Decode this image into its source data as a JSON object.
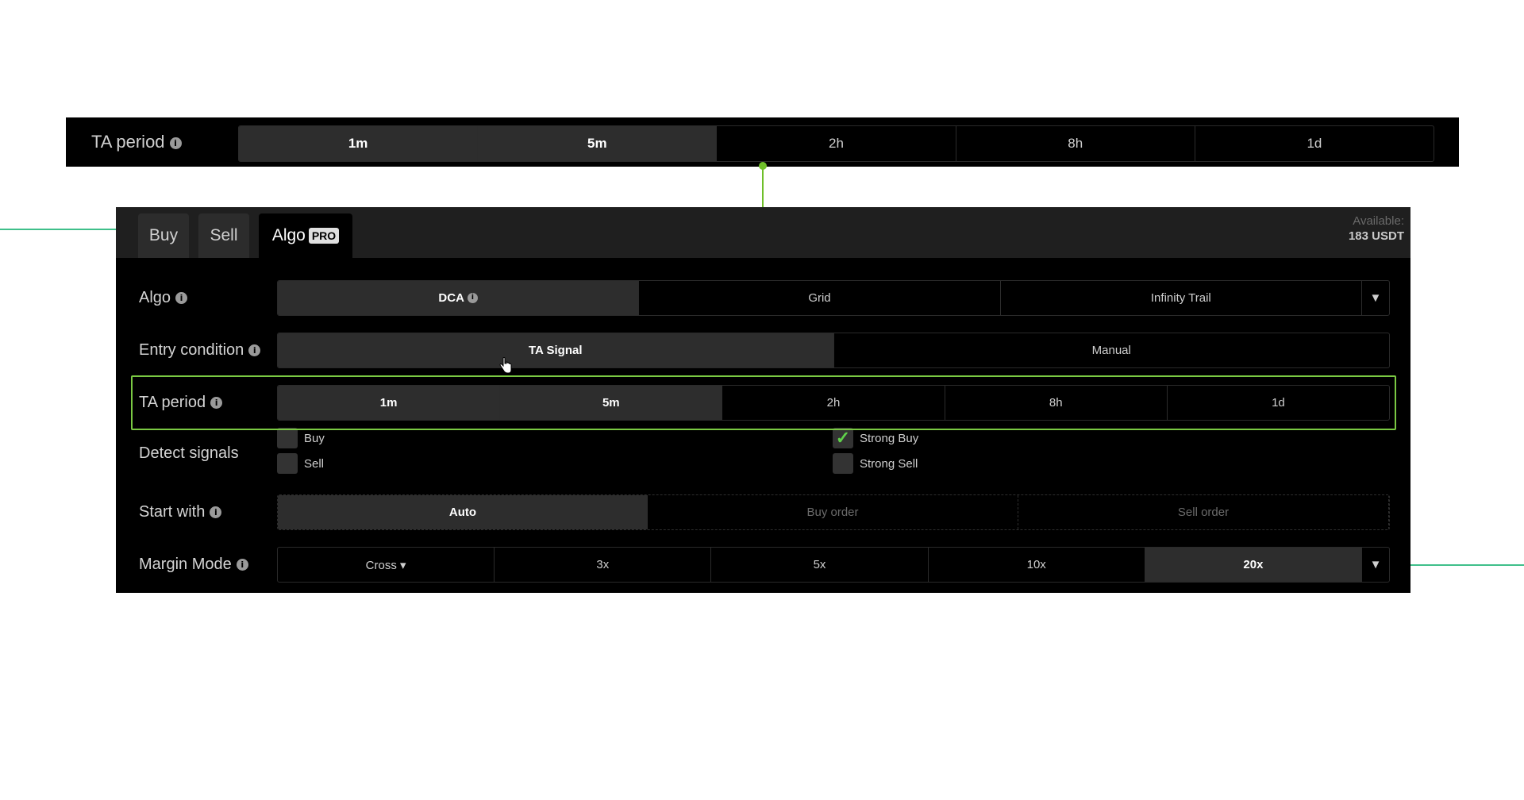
{
  "callout": {
    "label": "TA period",
    "options": [
      "1m",
      "5m",
      "2h",
      "8h",
      "1d"
    ],
    "selected": [
      "1m",
      "5m"
    ]
  },
  "tabs": [
    {
      "label": "Buy",
      "active": false
    },
    {
      "label": "Sell",
      "active": false
    },
    {
      "label": "Algo",
      "badge": "PRO",
      "active": true
    }
  ],
  "available": {
    "label": "Available:",
    "value": "183 USDT"
  },
  "rows": {
    "algo": {
      "label": "Algo",
      "options": [
        "DCA",
        "Grid",
        "Infinity Trail"
      ],
      "selected": "DCA"
    },
    "entry": {
      "label": "Entry condition",
      "options": [
        "TA Signal",
        "Manual"
      ],
      "selected": "TA Signal"
    },
    "ta_period": {
      "label": "TA period",
      "options": [
        "1m",
        "5m",
        "2h",
        "8h",
        "1d"
      ],
      "selected": [
        "1m",
        "5m"
      ]
    },
    "detect": {
      "label": "Detect signals",
      "checks": [
        {
          "label": "Buy",
          "checked": false
        },
        {
          "label": "Sell",
          "checked": false
        },
        {
          "label": "Strong Buy",
          "checked": true
        },
        {
          "label": "Strong Sell",
          "checked": false
        }
      ]
    },
    "start": {
      "label": "Start with",
      "options": [
        "Auto",
        "Buy order",
        "Sell order"
      ],
      "selected": "Auto"
    },
    "margin": {
      "label": "Margin Mode",
      "options": [
        "Cross ▾",
        "3x",
        "5x",
        "10x",
        "20x"
      ],
      "selected": "20x"
    }
  },
  "colors": {
    "highlight": "#7ac943",
    "connector": "#3fbf8a",
    "check": "#5fd04a"
  },
  "icons": [
    "info-icon",
    "chevron-down-icon",
    "check-icon",
    "hand-pointer-icon"
  ]
}
